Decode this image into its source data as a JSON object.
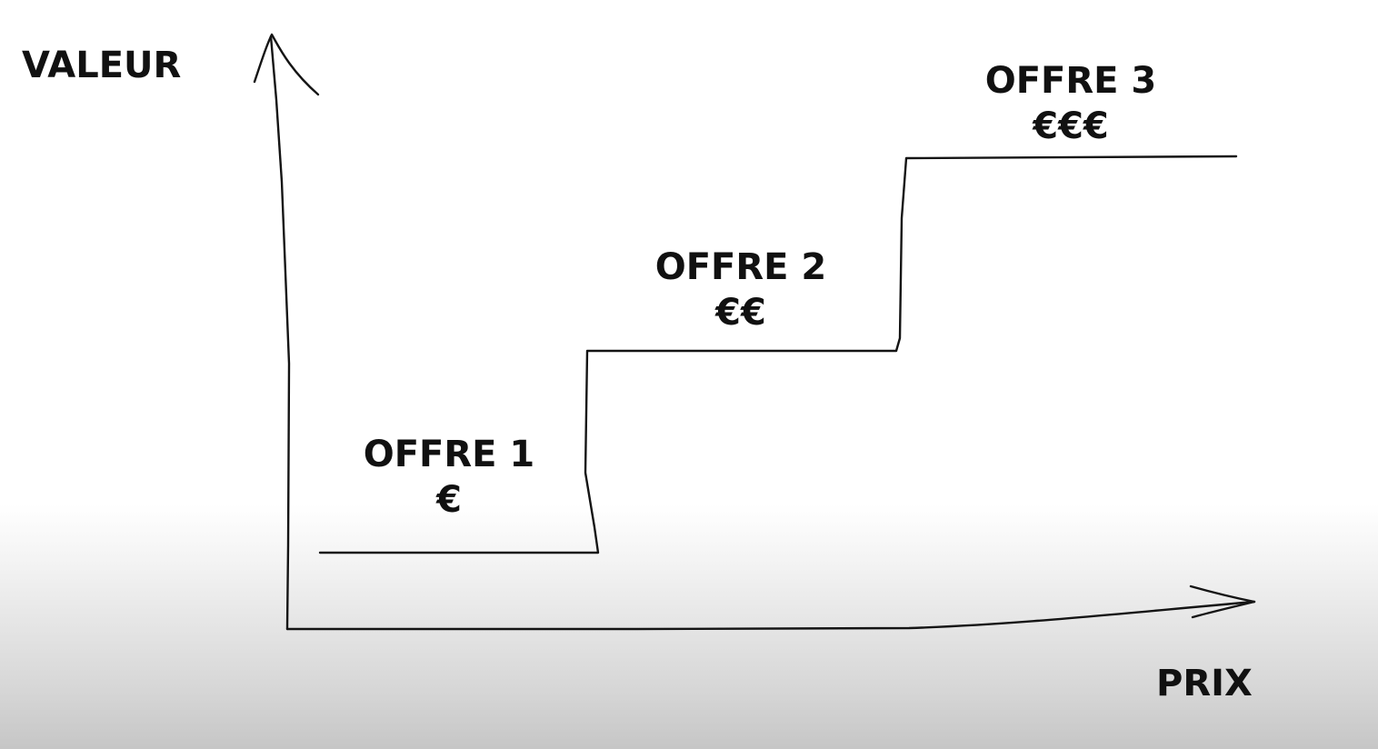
{
  "diagram": {
    "axes": {
      "y_label": "VALEUR",
      "x_label": "PRIX"
    },
    "offers": [
      {
        "name": "OFFRE 1",
        "price": "€"
      },
      {
        "name": "OFFRE 2",
        "price": "€€"
      },
      {
        "name": "OFFRE 3",
        "price": "€€€"
      }
    ],
    "colors": {
      "stroke": "#141414",
      "text": "#111111",
      "background_top": "#ffffff",
      "background_bottom": "#c6c6c6"
    }
  }
}
